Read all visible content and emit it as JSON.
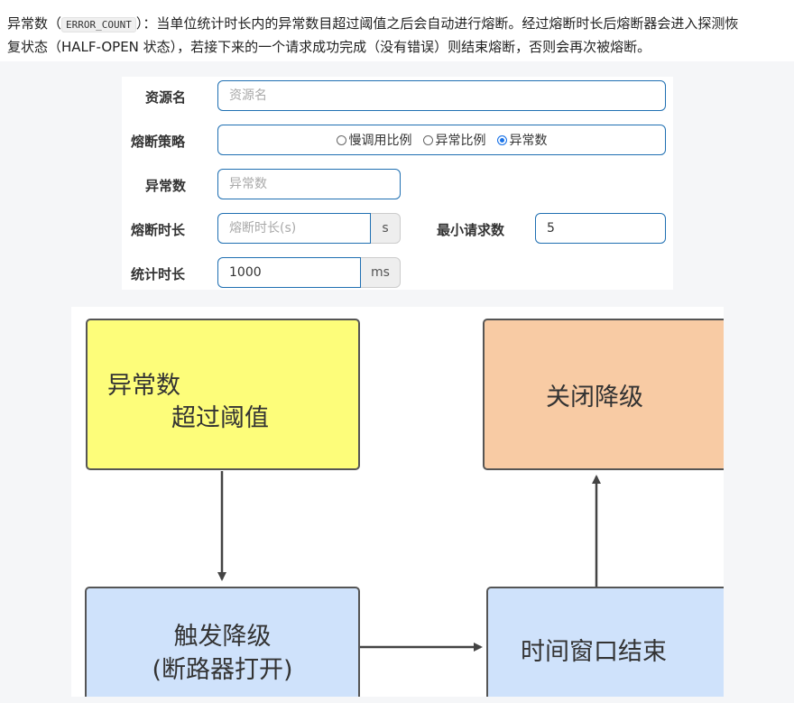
{
  "intro": {
    "term": "异常数",
    "open_paren": "（",
    "code": "ERROR_COUNT",
    "rest_line1": "）：当单位统计时长内的异常数目超过阈值之后会自动进行熔断。经过熔断时长后熔断器会进入探测恢",
    "line2": "复状态（HALF-OPEN 状态），若接下来的一个请求成功完成（没有错误）则结束熔断，否则会再次被熔断。"
  },
  "form": {
    "resource_label": "资源名",
    "resource_placeholder": "资源名",
    "strategy_label": "熔断策略",
    "strategy_options": [
      {
        "label": "慢调用比例",
        "checked": false
      },
      {
        "label": "异常比例",
        "checked": false
      },
      {
        "label": "异常数",
        "checked": true
      }
    ],
    "exception_count_label": "异常数",
    "exception_count_placeholder": "异常数",
    "break_duration_label": "熔断时长",
    "break_duration_placeholder": "熔断时长(s)",
    "break_duration_unit": "s",
    "min_request_label": "最小请求数",
    "min_request_value": "5",
    "stat_duration_label": "统计时长",
    "stat_duration_value": "1000",
    "stat_duration_unit": "ms"
  },
  "diagram": {
    "box_threshold_line1": "异常数",
    "box_threshold_line2": "超过阈值",
    "box_close": "关闭降级",
    "box_trigger_line1": "触发降级",
    "box_trigger_line2": "(断路器打开)",
    "box_window_end": "时间窗口结束",
    "colors": {
      "yellow": "#fdfd7a",
      "orange": "#f8cba4",
      "blue": "#cfe2fb"
    }
  }
}
